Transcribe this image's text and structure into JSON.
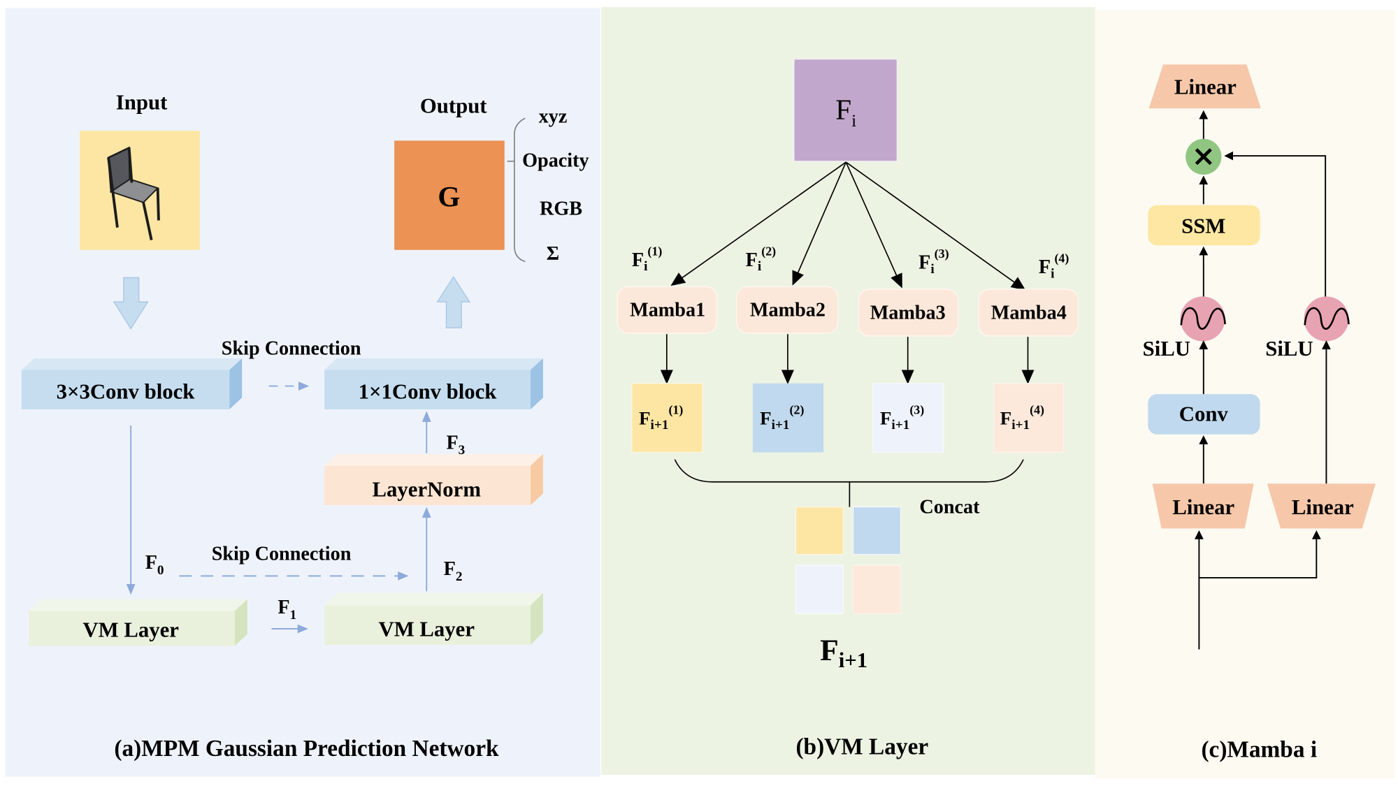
{
  "panels": {
    "a": {
      "caption": "(a)MPM Gaussian Prediction Network",
      "input_label": "Input",
      "output_label": "Output",
      "gaussian_symbol": "G",
      "gaussian_attributes": [
        "xyz",
        "Opacity",
        "RGB",
        "Σ"
      ],
      "blocks": {
        "conv3": "3×3Conv block",
        "conv1": "1×1Conv block",
        "layernorm": "LayerNorm",
        "vm1": "VM Layer",
        "vm2": "VM Layer"
      },
      "skip_top": "Skip Connection",
      "skip_mid": "Skip Connection",
      "features": {
        "f0": {
          "base": "F",
          "sub": "0"
        },
        "f1": {
          "base": "F",
          "sub": "1"
        },
        "f2": {
          "base": "F",
          "sub": "2"
        },
        "f3": {
          "base": "F",
          "sub": "3"
        }
      },
      "colors": {
        "background": "#eef3fb",
        "input_bg": "#fde6a4",
        "gaussian": "#ec9254",
        "conv_block": "#c5ddef",
        "layernorm": "#fde5d3",
        "vm_layer": "#e9f1dc",
        "arrow": "#8eaadb"
      }
    },
    "b": {
      "caption": "(b)VM Layer",
      "input": {
        "base": "F",
        "sub": "i"
      },
      "branches": [
        {
          "in_base": "F",
          "in_sub": "i",
          "in_sup": "(1)",
          "mamba": "Mamba1",
          "out_base": "F",
          "out_sub": "i+1",
          "out_sup": "(1)",
          "color": "#fde6a4"
        },
        {
          "in_base": "F",
          "in_sub": "i",
          "in_sup": "(2)",
          "mamba": "Mamba2",
          "out_base": "F",
          "out_sub": "i+1",
          "out_sup": "(2)",
          "color": "#c1d9ee"
        },
        {
          "in_base": "F",
          "in_sub": "i",
          "in_sup": "(3)",
          "mamba": "Mamba3",
          "out_base": "F",
          "out_sub": "i+1",
          "out_sup": "(3)",
          "color": "#eef3fb"
        },
        {
          "in_base": "F",
          "in_sub": "i",
          "in_sup": "(4)",
          "mamba": "Mamba4",
          "out_base": "F",
          "out_sub": "i+1",
          "out_sup": "(4)",
          "color": "#fde9dc"
        }
      ],
      "concat_label": "Concat",
      "output": {
        "base": "F",
        "sub": "i+1"
      },
      "colors": {
        "background": "#ecf3e3",
        "input_box": "#c2a7cc",
        "mamba_box": "#fce8da"
      }
    },
    "c": {
      "caption": "(c)Mamba i",
      "top_linear": "Linear",
      "multiply_symbol": "×",
      "ssm": "SSM",
      "silu_left": "SiLU",
      "silu_right": "SiLU",
      "conv": "Conv",
      "bottom_linear_left": "Linear",
      "bottom_linear_right": "Linear",
      "colors": {
        "background": "#fdfaf2",
        "linear": "#f6c7a9",
        "multiply": "#90c681",
        "ssm": "#fde7a3",
        "silu": "#e8a3b3",
        "conv": "#c1d9ee"
      }
    }
  }
}
